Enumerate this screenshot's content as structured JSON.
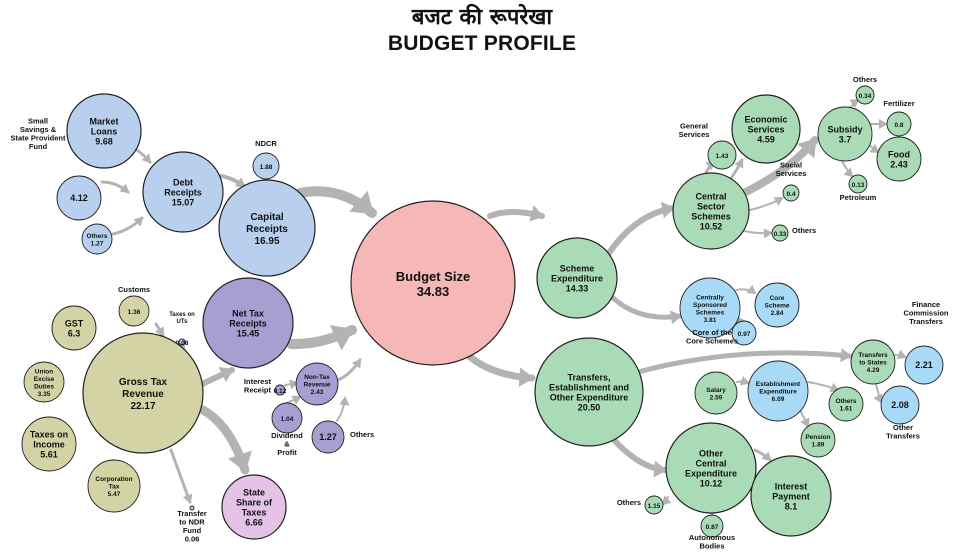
{
  "title_hindi": "बजट की रूपरेखा",
  "title_english": "BUDGET PROFILE",
  "colors": {
    "blue": "#b8d0ee",
    "purple": "#a89ed2",
    "olive": "#d3d3a6",
    "pink": "#f6b7b7",
    "green": "#a9dbb6",
    "cyan": "#a8daf8",
    "lilac": "#e4c3e6",
    "arrow": "#b3b3b3"
  },
  "nodes": {
    "market_loans": {
      "label": "Market\nLoans",
      "value": "9.68"
    },
    "small_savings": {
      "label": "Small\nSavings &\nState Provident\nFund",
      "value": "4.12"
    },
    "debt_others": {
      "label": "Others",
      "value": "1.27"
    },
    "debt_receipts": {
      "label": "Debt\nReceipts",
      "value": "15.07"
    },
    "ndcr": {
      "label": "NDCR",
      "value": "1.88"
    },
    "capital_receipts": {
      "label": "Capital\nReceipts",
      "value": "16.95"
    },
    "budget_size": {
      "label": "Budget Size",
      "value": "34.83"
    },
    "customs": {
      "label": "Customs",
      "value": "1.36"
    },
    "taxes_on_uts": {
      "label": "Taxes on\nUTs",
      "value": "0.08"
    },
    "gst": {
      "label": "GST",
      "value": "6.3"
    },
    "union_excise": {
      "label": "Union\nExcise\nDuties",
      "value": "3.35"
    },
    "gross_tax_revenue": {
      "label": "Gross Tax\nRevenue",
      "value": "22.17"
    },
    "taxes_on_income": {
      "label": "Taxes on\nIncome",
      "value": "5.61"
    },
    "corporation_tax": {
      "label": "Corporation\nTax",
      "value": "5.47"
    },
    "transfer_ndr": {
      "label": "Transfer\nto NDR\nFund",
      "value": "0.06"
    },
    "state_share": {
      "label": "State\nShare of\nTaxes",
      "value": "6.66"
    },
    "net_tax_receipts": {
      "label": "Net Tax\nReceipts",
      "value": "15.45"
    },
    "interest_receipt": {
      "label": "Interest\nReceipt",
      "value": "0.12"
    },
    "non_tax_revenue": {
      "label": "Non-Tax\nRevenue",
      "value": "2.43"
    },
    "dividend_profit": {
      "label": "Dividend\n&\nProfit",
      "value": "1.04"
    },
    "nontax_others": {
      "label": "Others",
      "value": "1.27"
    },
    "scheme_expenditure": {
      "label": "Scheme\nExpenditure",
      "value": "14.33"
    },
    "general_services": {
      "label": "General\nServices",
      "value": "1.43"
    },
    "economic_services": {
      "label": "Economic\nServices",
      "value": "4.59"
    },
    "central_sector_schemes": {
      "label": "Central\nSector\nSchemes",
      "value": "10.52"
    },
    "social_services": {
      "label": "Social\nServices",
      "value": "0.4"
    },
    "css_others": {
      "label": "Others",
      "value": "0.33"
    },
    "subsidy": {
      "label": "Subsidy",
      "value": "3.7"
    },
    "subsidy_others": {
      "label": "Others",
      "value": "0.34"
    },
    "fertilizer": {
      "label": "Fertilizer",
      "value": "0.8"
    },
    "food": {
      "label": "Food",
      "value": "2.43"
    },
    "petroleum": {
      "label": "Petroleum",
      "value": "0.13"
    },
    "centrally_sponsored": {
      "label": "Centrally\nSponsored\nSchemes",
      "value": "3.81"
    },
    "core_scheme": {
      "label": "Core\nScheme",
      "value": "2.84"
    },
    "core_of_core": {
      "label": "Core of the\nCore Schemes",
      "value": "0.97"
    },
    "transfers_establishment": {
      "label": "Transfers,\nEstablishment and\nOther Expenditure",
      "value": "20.50"
    },
    "transfers_to_states": {
      "label": "Transfers\nto States",
      "value": "4.29"
    },
    "finance_commission": {
      "label": "Finance\nCommission\nTransfers",
      "value": "2.21"
    },
    "other_transfers": {
      "label": "Other\nTransfers",
      "value": "2.08"
    },
    "salary": {
      "label": "Salary",
      "value": "2.59"
    },
    "establishment_expenditure": {
      "label": "Establishment\nExpenditure",
      "value": "6.09"
    },
    "est_others": {
      "label": "Others",
      "value": "1.61"
    },
    "pension": {
      "label": "Pension",
      "value": "1.89"
    },
    "other_central_expenditure": {
      "label": "Other\nCentral\nExpenditure",
      "value": "10.12"
    },
    "interest_payment": {
      "label": "Interest\nPayment",
      "value": "8.1"
    },
    "oce_others": {
      "label": "Others",
      "value": "1.15"
    },
    "autonomous_bodies": {
      "label": "Autonomous\nBodies",
      "value": "0.87"
    }
  }
}
